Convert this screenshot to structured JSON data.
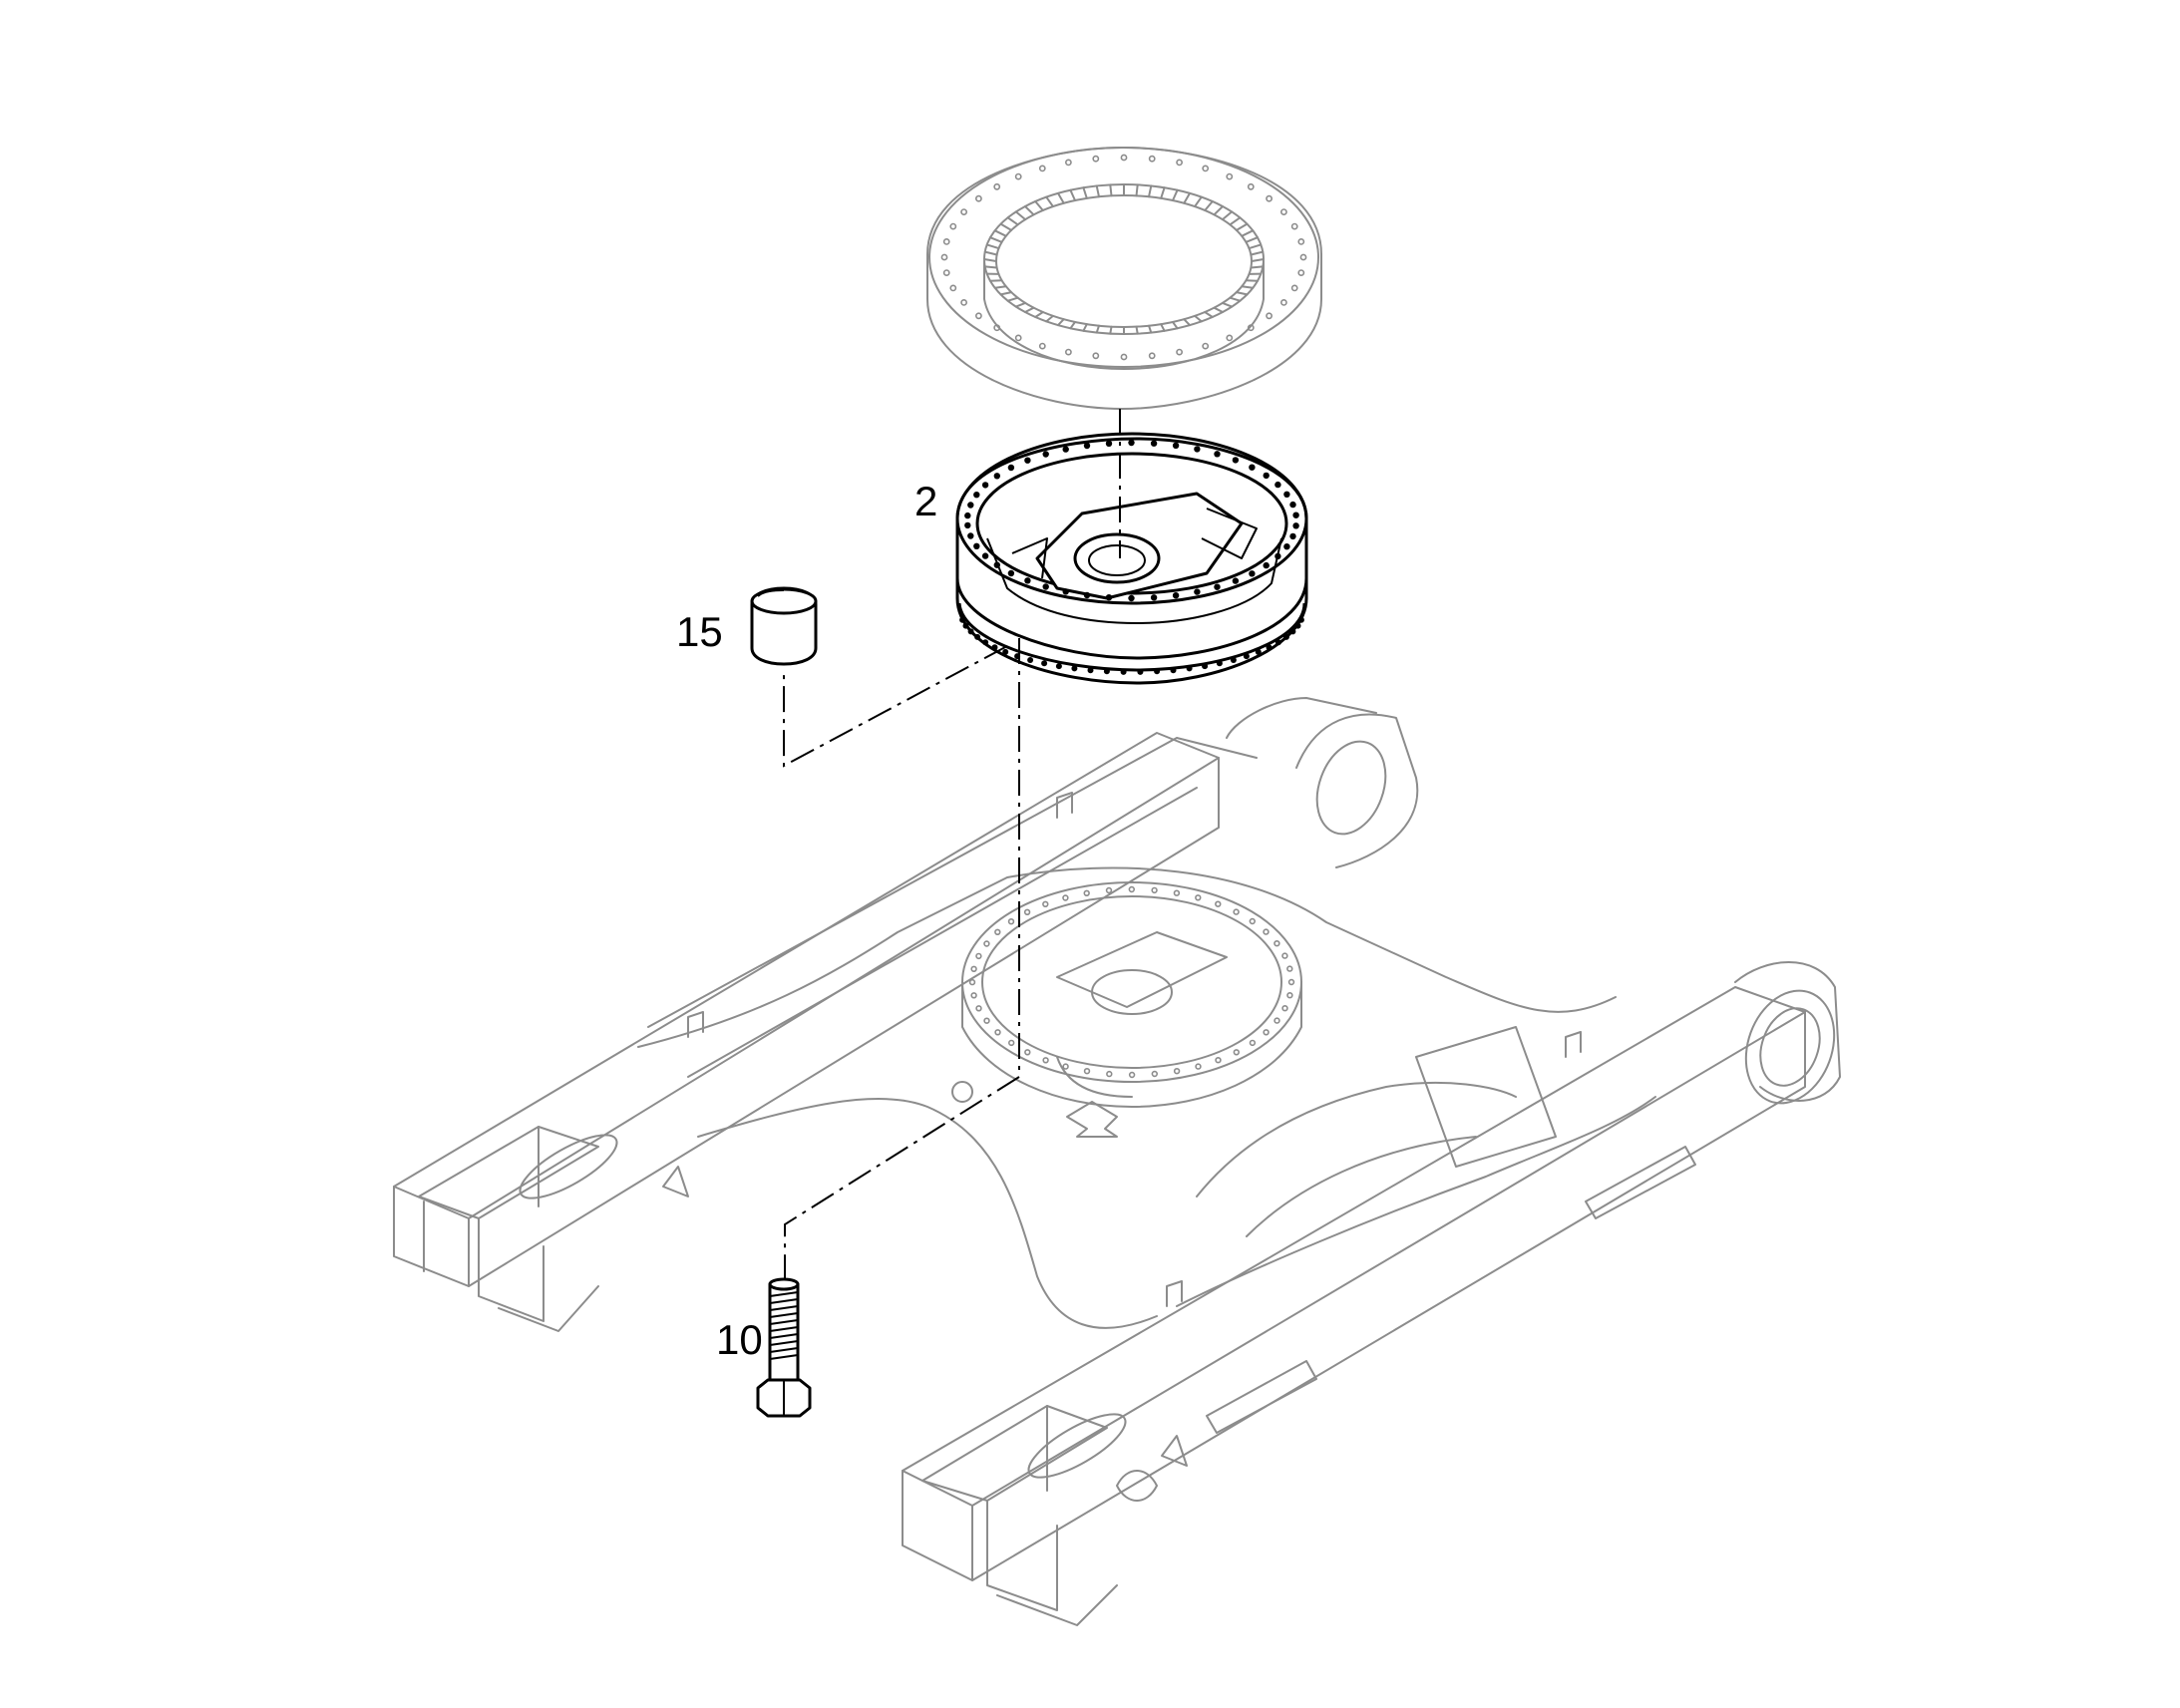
{
  "diagram": {
    "callouts": {
      "part_2": "2",
      "part_15": "15",
      "part_10": "10"
    },
    "colors": {
      "ghost_line": "#8c8c8c",
      "highlight_line": "#000000",
      "background": "#ffffff"
    },
    "icons": {
      "gear_ring": "slewing-ring-icon",
      "turntable_ring": "turntable-ring-icon",
      "cap": "cap-icon",
      "bolt": "bolt-icon",
      "frame": "undercarriage-frame-icon"
    }
  }
}
